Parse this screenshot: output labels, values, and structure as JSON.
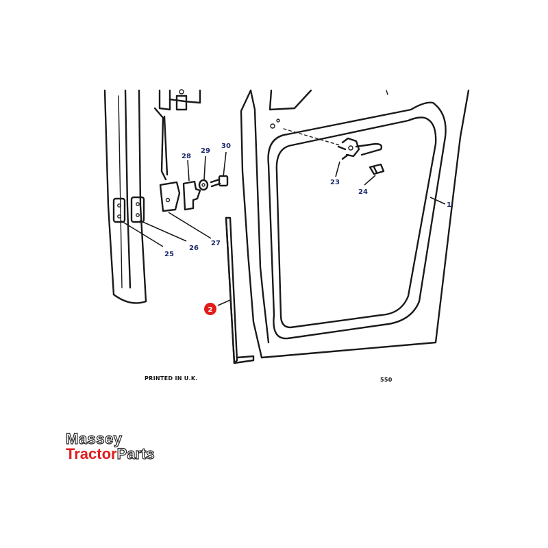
{
  "diagram": {
    "callouts": [
      {
        "id": "c1",
        "label": "1"
      },
      {
        "id": "c23",
        "label": "23"
      },
      {
        "id": "c24",
        "label": "24"
      },
      {
        "id": "c25",
        "label": "25"
      },
      {
        "id": "c26",
        "label": "26"
      },
      {
        "id": "c27",
        "label": "27"
      },
      {
        "id": "c28",
        "label": "28"
      },
      {
        "id": "c29",
        "label": "29"
      },
      {
        "id": "c30",
        "label": "30"
      }
    ],
    "highlight": {
      "label": "2",
      "color": "#e21b1b"
    },
    "footer_left": "PRINTED IN U.K.",
    "footer_right": "550"
  },
  "brand": {
    "line1": "Massey",
    "line2_part1": "Tractor",
    "line2_part2": "Parts",
    "accent_color": "#e01e1e"
  }
}
